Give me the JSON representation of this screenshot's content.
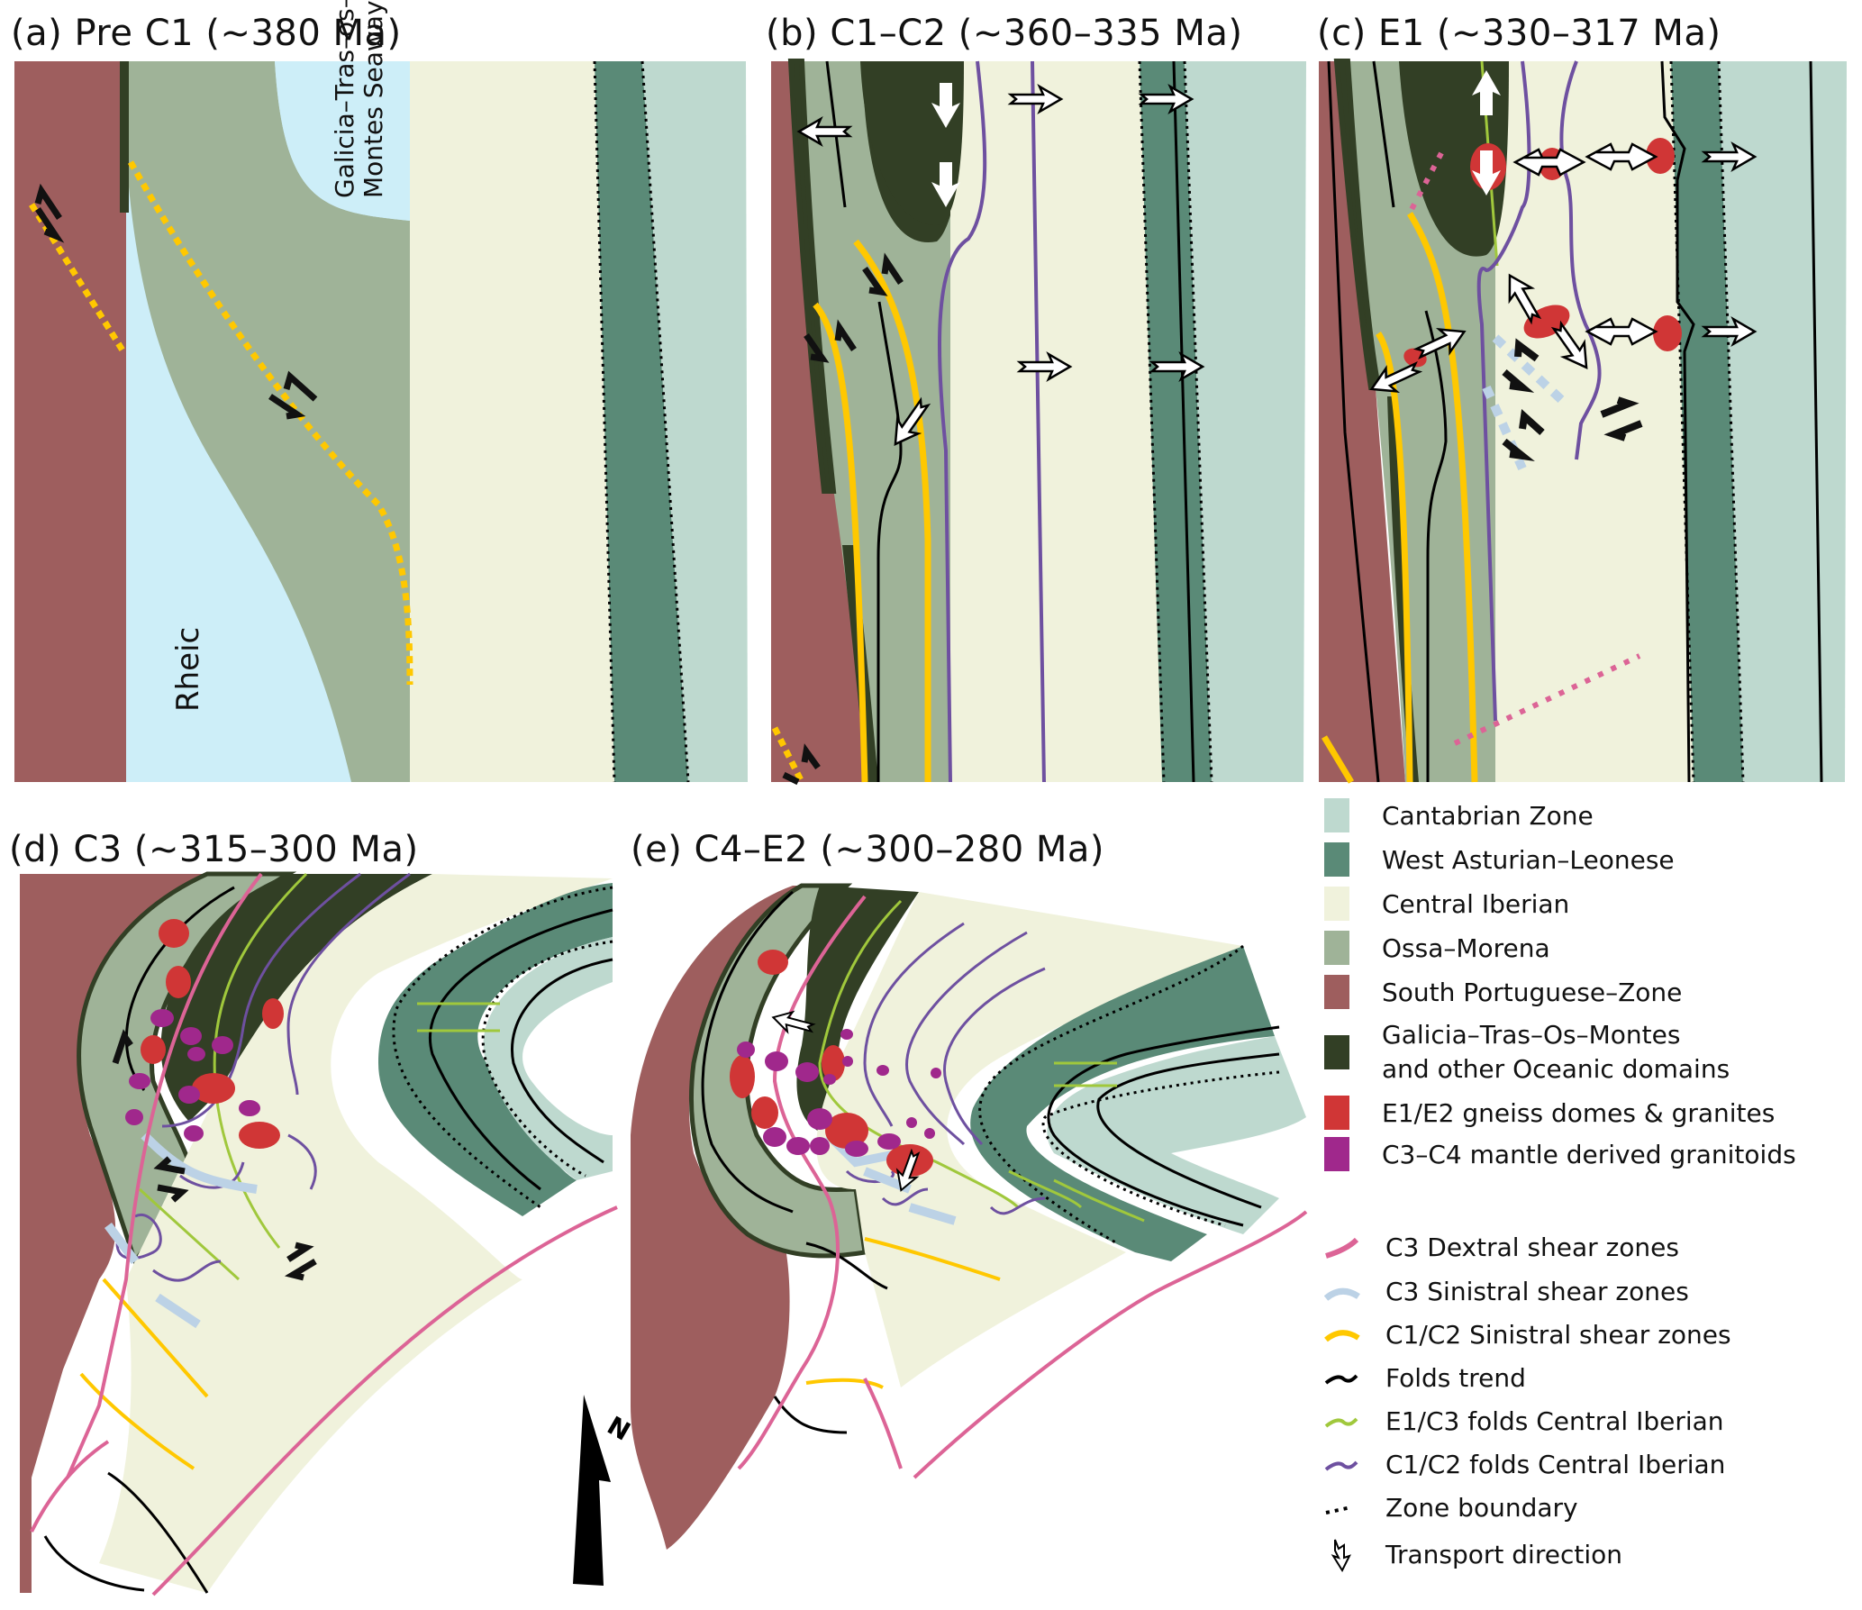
{
  "panels": [
    {
      "id": "a",
      "title": "(a) Pre C1 (~380 Ma)",
      "labels": {
        "seaway": "Galicia–Tras–os–",
        "seaway2": "Montes Seaway",
        "ocean": "Rheic"
      }
    },
    {
      "id": "b",
      "title": "(b) C1–C2 (~360–335 Ma)"
    },
    {
      "id": "c",
      "title": "(c) E1 (~330–317 Ma)"
    },
    {
      "id": "d",
      "title": "(d) C3 (~315–300 Ma)",
      "north_label": "N"
    },
    {
      "id": "e",
      "title": "(e) C4–E2 (~300–280 Ma)"
    }
  ],
  "colors": {
    "cantabrian": "#bed9cf",
    "west_asturian": "#5a8a77",
    "central_iberian": "#f0f2dc",
    "ossa_morena": "#9fb398",
    "south_portuguese": "#9e5e5e",
    "galicia": "#323f25",
    "gneiss": "#d03636",
    "mantle": "#a0288c",
    "ocean": "#cdeef8",
    "dextral": "#dc6496",
    "sinistral_c3": "#bcd2e6",
    "sinistral_c1c2": "#ffc800",
    "folds": "#000000",
    "e1c3_folds": "#a0c83c",
    "c1c2_folds": "#6e50a0"
  },
  "legend": {
    "units": [
      {
        "label": "Cantabrian Zone",
        "color": "#bed9cf"
      },
      {
        "label": "West Asturian–Leonese",
        "color": "#5a8a77"
      },
      {
        "label": "Central Iberian",
        "color": "#f0f2dc"
      },
      {
        "label": "Ossa–Morena",
        "color": "#9fb398"
      },
      {
        "label": "South Portuguese–Zone",
        "color": "#9e5e5e"
      },
      {
        "label": "Galicia–Tras–Os–Montes",
        "label2": "and other Oceanic domains",
        "color": "#323f25"
      },
      {
        "label": "E1/E2 gneiss domes & granites",
        "color": "#d03636"
      },
      {
        "label": "C3–C4 mantle derived granitoids",
        "color": "#a0288c"
      }
    ],
    "lines": [
      {
        "label": "C3 Dextral shear zones",
        "color": "#dc6496",
        "icon": "pink-curve-icon"
      },
      {
        "label": "C3 Sinistral shear zones",
        "color": "#bcd2e6",
        "icon": "lightblue-curve-icon"
      },
      {
        "label": "C1/C2 Sinistral shear zones",
        "color": "#ffc800",
        "icon": "yellow-curve-icon"
      },
      {
        "label": "Folds trend",
        "color": "#000000",
        "icon": "black-wave-icon"
      },
      {
        "label": "E1/C3 folds Central Iberian",
        "color": "#a0c83c",
        "icon": "green-wave-icon"
      },
      {
        "label": "C1/C2 folds Central Iberian",
        "color": "#6e50a0",
        "icon": "purple-wave-icon"
      },
      {
        "label": "Zone boundary",
        "color": "#000000",
        "icon": "dotted-line-icon"
      },
      {
        "label": "Transport direction",
        "color": "#000000",
        "icon": "transport-arrow-icon"
      }
    ]
  }
}
